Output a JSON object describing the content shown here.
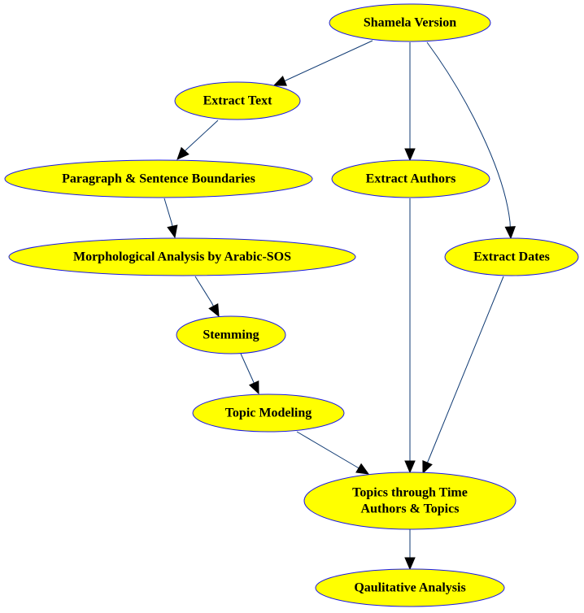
{
  "diagram": {
    "type": "flowchart",
    "nodes": [
      {
        "id": "shamela",
        "label": "Shamela Version"
      },
      {
        "id": "extract_text",
        "label": "Extract Text"
      },
      {
        "id": "para",
        "label": "Paragraph & Sentence Boundaries"
      },
      {
        "id": "extract_authors",
        "label": "Extract Authors"
      },
      {
        "id": "morph",
        "label": "Morphological Analysis by Arabic-SOS"
      },
      {
        "id": "extract_dates",
        "label": "Extract Dates"
      },
      {
        "id": "stemming",
        "label": "Stemming"
      },
      {
        "id": "topic_modeling",
        "label": "Topic Modeling"
      },
      {
        "id": "topics_time",
        "label": "Topics through Time\nAuthors & Topics"
      },
      {
        "id": "qual",
        "label": "Qaulitative Analysis"
      }
    ],
    "edges": [
      {
        "from": "shamela",
        "to": "extract_text"
      },
      {
        "from": "shamela",
        "to": "extract_authors"
      },
      {
        "from": "shamela",
        "to": "extract_dates"
      },
      {
        "from": "extract_text",
        "to": "para"
      },
      {
        "from": "para",
        "to": "morph"
      },
      {
        "from": "morph",
        "to": "stemming"
      },
      {
        "from": "stemming",
        "to": "topic_modeling"
      },
      {
        "from": "topic_modeling",
        "to": "topics_time"
      },
      {
        "from": "extract_authors",
        "to": "topics_time"
      },
      {
        "from": "extract_dates",
        "to": "topics_time"
      },
      {
        "from": "topics_time",
        "to": "qual"
      }
    ],
    "colors": {
      "node_fill": "#ffff00",
      "node_border": "#1a1ae6",
      "edge": "#0f3a73",
      "arrowhead": "#000000"
    }
  }
}
